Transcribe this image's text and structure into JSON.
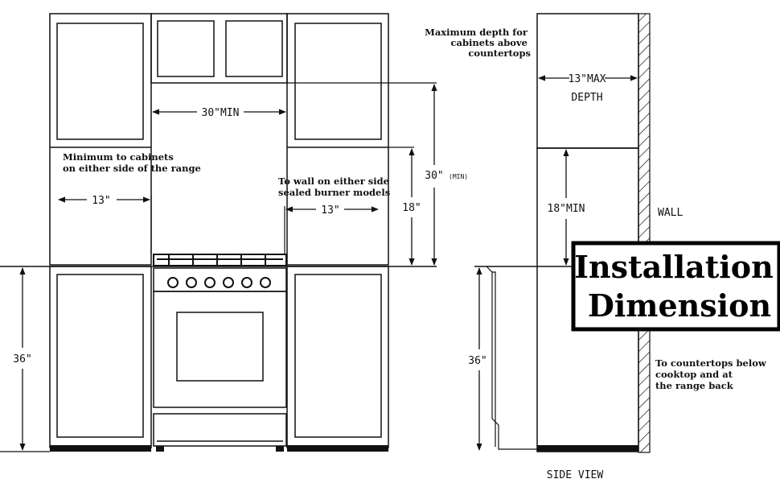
{
  "title": {
    "line1": "Installation",
    "line2": "Dimension"
  },
  "front": {
    "dim_30_min_width": "30\"MIN",
    "dim_30_height": "30\"",
    "dim_30_height_min": "(MIN)",
    "dim_18": "18\"",
    "dim_13_left": "13\"",
    "dim_13_right": "13\"",
    "dim_36": "36\"",
    "note_cabinets": [
      "Minimum to cabinets",
      "on either side of the range"
    ],
    "note_wall": [
      "To wall on either side",
      "sealed burner models"
    ]
  },
  "side": {
    "note_max_depth": [
      "Maximum depth for",
      "cabinets above",
      "countertops"
    ],
    "dim_13_max": "13\"MAX",
    "depth": "DEPTH",
    "dim_18_min": "18\"MIN",
    "wall": "WALL",
    "dim_36": "36\"",
    "note_countertops": [
      "To countertops below",
      "cooktop and at",
      "the range back"
    ],
    "label": "SIDE VIEW"
  }
}
